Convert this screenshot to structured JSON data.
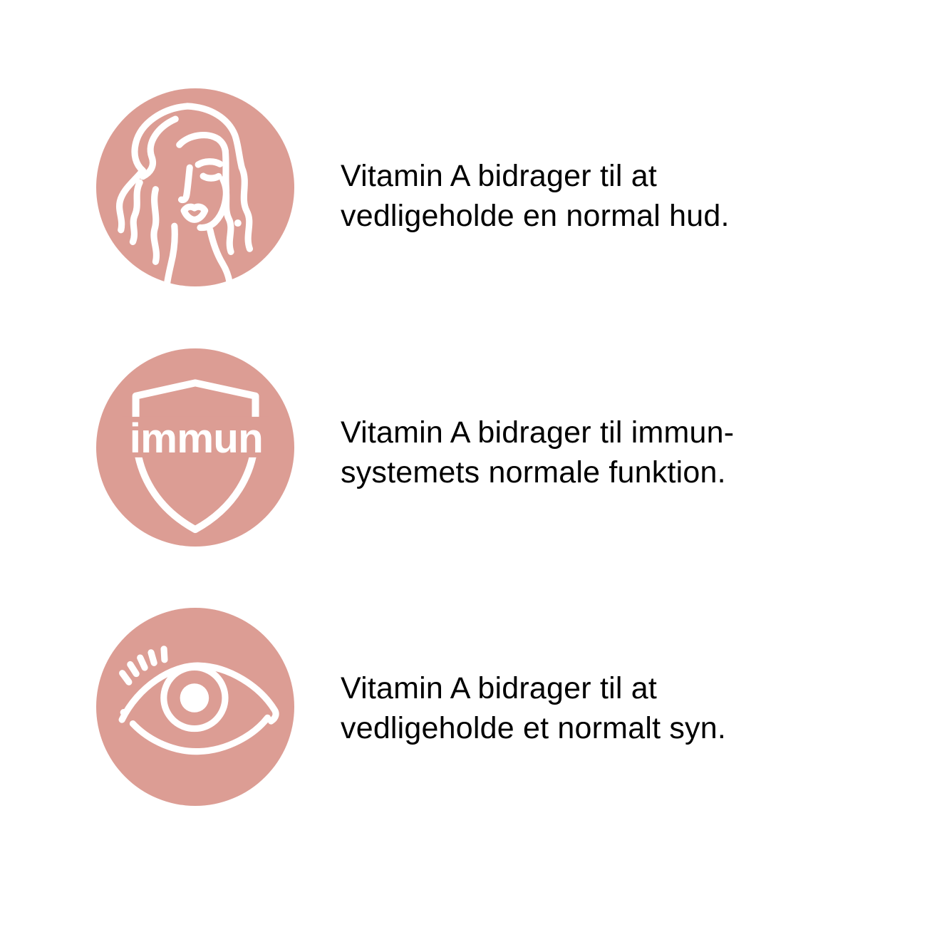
{
  "colors": {
    "circle_fill": "#DC9D94",
    "icon_stroke": "#FFFFFF",
    "text": "#000000",
    "background": "#FFFFFF"
  },
  "rows": [
    {
      "icon": "woman-face-icon",
      "lines": [
        "Vitamin A bidrager til at",
        "vedligeholde en normal hud."
      ]
    },
    {
      "icon": "immune-shield-icon",
      "shield_label": "immun",
      "lines": [
        "Vitamin A bidrager til immun-",
        "systemets normale funktion."
      ]
    },
    {
      "icon": "eye-icon",
      "lines": [
        "Vitamin A bidrager til at",
        "vedligeholde et normalt syn."
      ]
    }
  ]
}
